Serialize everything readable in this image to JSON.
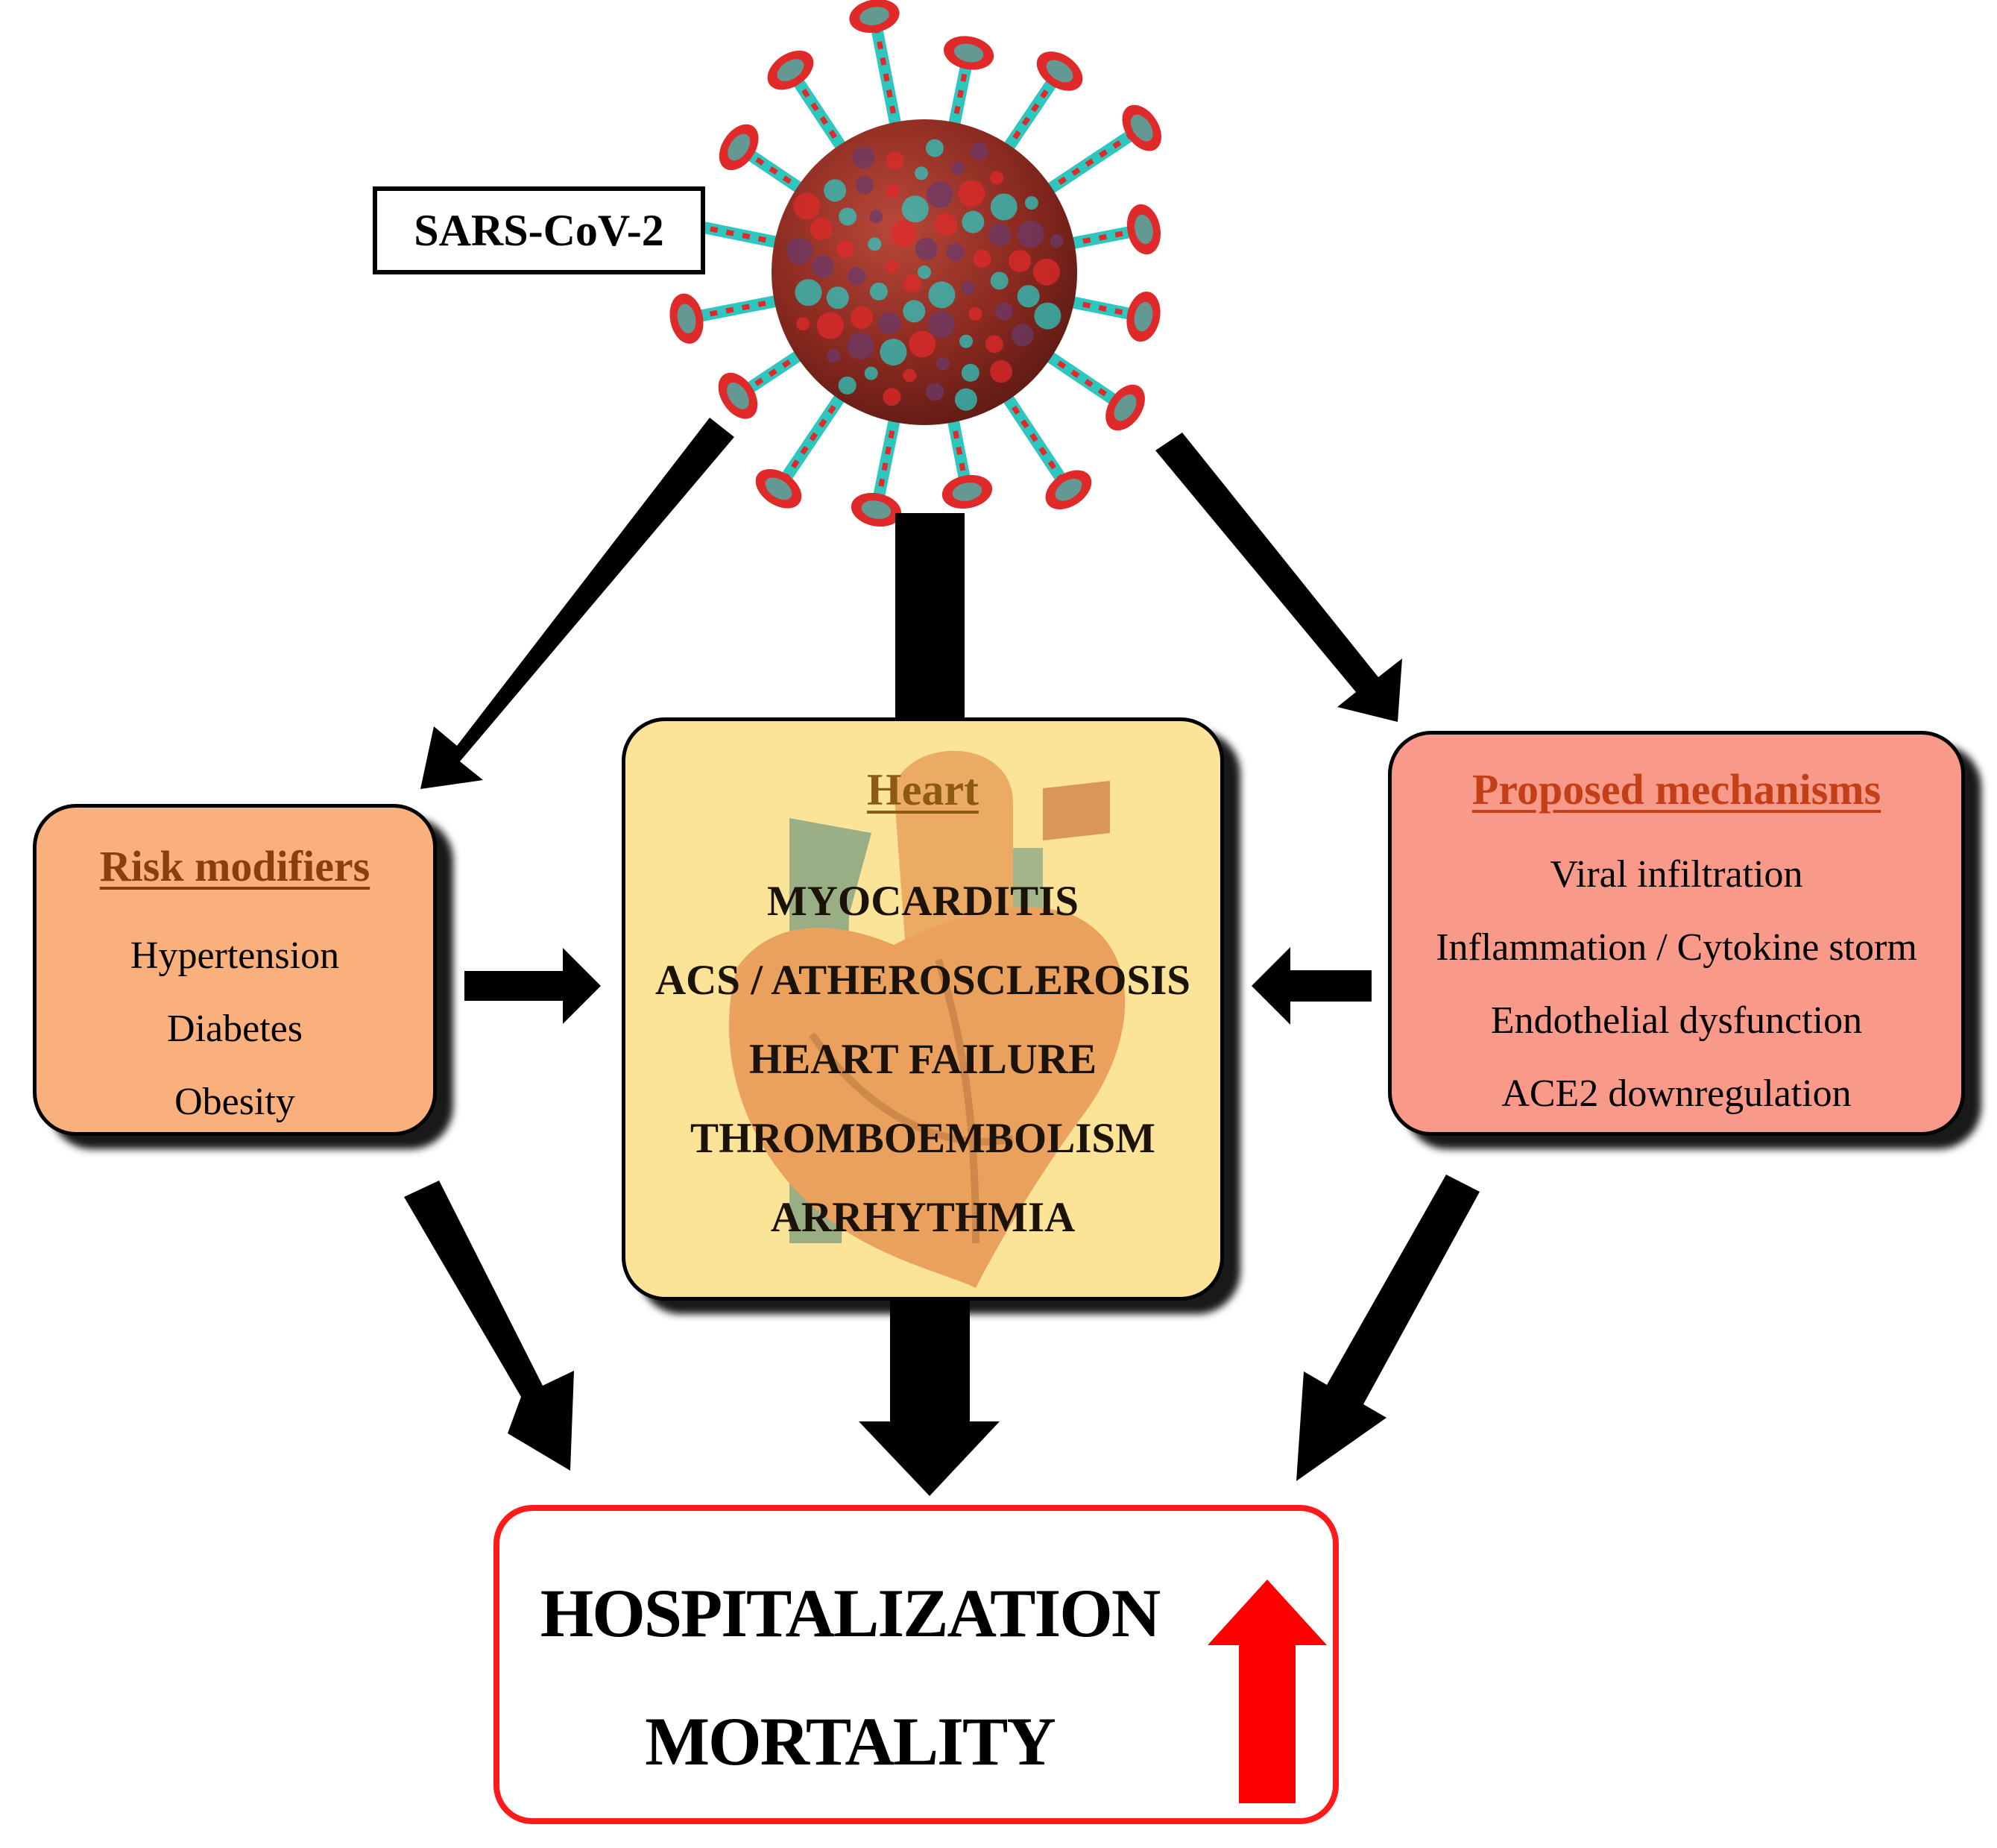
{
  "virus_label": "SARS-CoV-2",
  "risk_modifiers": {
    "title": "Risk modifiers",
    "items": [
      "Hypertension",
      "Diabetes",
      "Obesity"
    ]
  },
  "heart": {
    "title": "Heart",
    "items": [
      "MYOCARDITIS",
      "ACS / ATHEROSCLEROSIS",
      "HEART FAILURE",
      "THROMBOEMBOLISM",
      "ARRHYTHMIA"
    ]
  },
  "proposed_mechanisms": {
    "title": "Proposed mechanisms",
    "items": [
      "Viral infiltration",
      "Inflammation / Cytokine storm",
      "Endothelial dysfunction",
      "ACE2 downregulation"
    ]
  },
  "outcome": {
    "lines": [
      "HOSPITALIZATION",
      "MORTALITY"
    ],
    "indicator": "up-arrow-icon"
  },
  "colors": {
    "risk_box": "#f9b07d",
    "risk_title": "#8b3d12",
    "heart_box": "#fbe398",
    "heart_title": "#8c5a12",
    "mechanism_box": "#f8998a",
    "mechanism_title": "#c23f18",
    "outcome_border": "#ff1a1a",
    "up_arrow": "#ff0000",
    "virus_body": "#8b2a20",
    "virus_spike": "#e02a2a",
    "virus_accent": "#2ec7c0",
    "flow_arrows": "#000000"
  }
}
